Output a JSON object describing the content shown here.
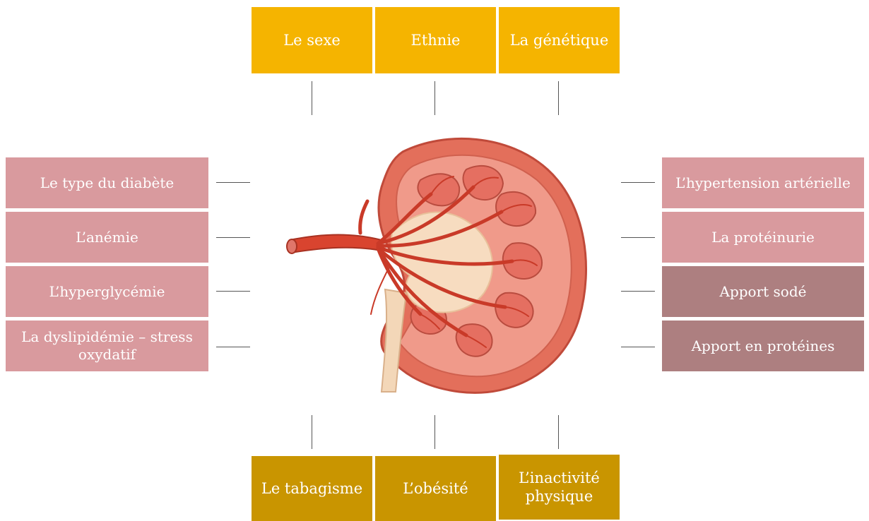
{
  "top_factors": [
    "Le sexe",
    "Ethnie",
    "La génétique"
  ],
  "bottom_factors": [
    "Le tabagisme",
    "L’obésité",
    "L’inactivité physique"
  ],
  "left_factors": [
    "Le type du diabète",
    "L’anémie",
    "L’hyperglycémie",
    "La dyslipidémie – stress oxydatif"
  ],
  "right_factors": [
    "L’hypertension  artérielle",
    "La protéinurie",
    "Apport sodé",
    "Apport en protéines"
  ],
  "central_image": "kidney-cross-section-illustration",
  "colors": {
    "top": "#f5b400",
    "bottom": "#c99500",
    "pink": "#d99a9e",
    "mauve": "#ad7f80"
  }
}
